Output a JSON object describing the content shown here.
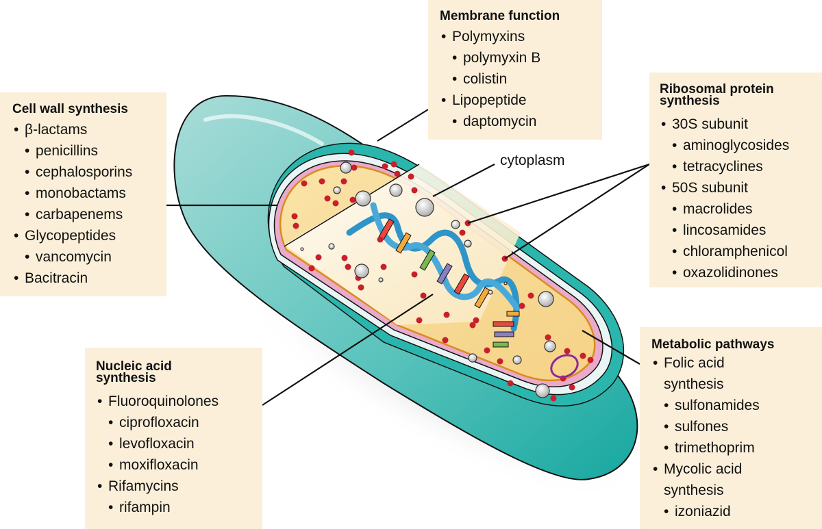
{
  "figure": {
    "cytoplasm_label": "cytoplasm",
    "colors": {
      "label_box_bg": "#fbefd9",
      "capsule_teal": "#5cc4bd",
      "capsule_dark_teal": "#17a8a0",
      "cytoplasm_yellow": "#f7d98f",
      "membrane_pink": "#eaaccc",
      "membrane_orange": "#e39a2d",
      "ribosome_red": "#c8202a",
      "plasmid_purple": "#8b2a9a",
      "dna_backbone_blue": "#2f95c8"
    }
  },
  "boxes": {
    "cell_wall": {
      "title": "Cell wall synthesis",
      "items": [
        {
          "level": 1,
          "text": "β-lactams"
        },
        {
          "level": 2,
          "text": "penicillins"
        },
        {
          "level": 2,
          "text": "cephalosporins"
        },
        {
          "level": 2,
          "text": "monobactams"
        },
        {
          "level": 2,
          "text": "carbapenems"
        },
        {
          "level": 1,
          "text": "Glycopeptides"
        },
        {
          "level": 2,
          "text": "vancomycin"
        },
        {
          "level": 1,
          "text": "Bacitracin"
        }
      ]
    },
    "membrane": {
      "title": "Membrane function",
      "items": [
        {
          "level": 1,
          "text": "Polymyxins"
        },
        {
          "level": 2,
          "text": "polymyxin B"
        },
        {
          "level": 2,
          "text": "colistin"
        },
        {
          "level": 1,
          "text": "Lipopeptide"
        },
        {
          "level": 2,
          "text": "daptomycin"
        }
      ]
    },
    "ribosomal": {
      "title_line1": "Ribosomal protein",
      "title_line2": "synthesis",
      "items": [
        {
          "level": 1,
          "text": "30S subunit"
        },
        {
          "level": 2,
          "text": "aminoglycosides"
        },
        {
          "level": 2,
          "text": "tetracyclines"
        },
        {
          "level": 1,
          "text": "50S subunit"
        },
        {
          "level": 2,
          "text": "macrolides"
        },
        {
          "level": 2,
          "text": "lincosamides"
        },
        {
          "level": 2,
          "text": "chloramphenicol"
        },
        {
          "level": 2,
          "text": "oxazolidinones"
        }
      ]
    },
    "metabolic": {
      "title": "Metabolic pathways",
      "items": [
        {
          "level": 1,
          "text": "Folic acid"
        },
        {
          "level": 0,
          "text": "synthesis"
        },
        {
          "level": 2,
          "text": "sulfonamides"
        },
        {
          "level": 2,
          "text": "sulfones"
        },
        {
          "level": 2,
          "text": "trimethoprim"
        },
        {
          "level": 1,
          "text": "Mycolic acid"
        },
        {
          "level": 0,
          "text": "synthesis"
        },
        {
          "level": 2,
          "text": "izoniazid"
        }
      ]
    },
    "nucleic": {
      "title_line1": "Nucleic acid",
      "title_line2": "synthesis",
      "items": [
        {
          "level": 1,
          "text": "Fluoroquinolones"
        },
        {
          "level": 2,
          "text": "ciprofloxacin"
        },
        {
          "level": 2,
          "text": "levofloxacin"
        },
        {
          "level": 2,
          "text": "moxifloxacin"
        },
        {
          "level": 1,
          "text": "Rifamycins"
        },
        {
          "level": 2,
          "text": "rifampin"
        }
      ]
    }
  }
}
